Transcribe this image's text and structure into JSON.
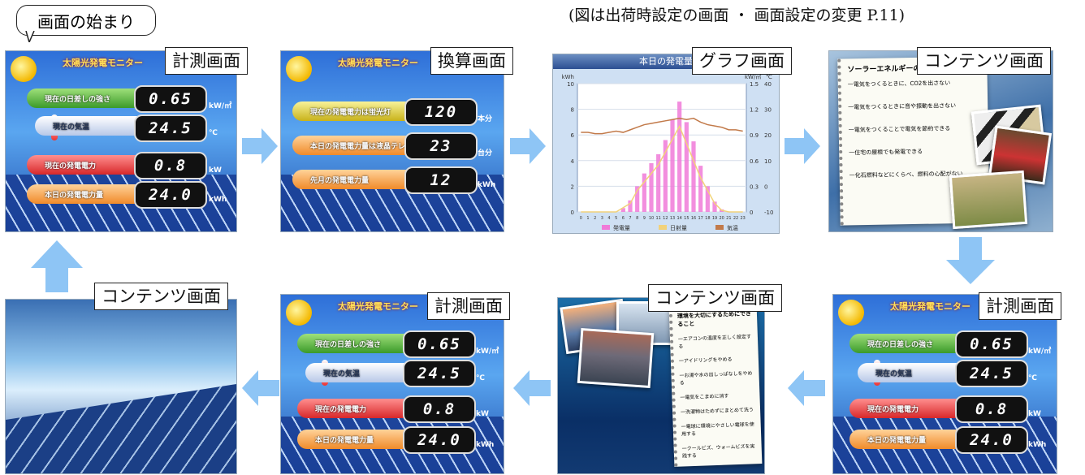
{
  "header_note": "(図は出荷時設定の画面 ・ 画面設定の変更 P.11)",
  "start_bubble": "画面の始まり",
  "screens": {
    "s1": "計測画面",
    "s2": "換算画面",
    "s3": "グラフ画面",
    "s4": "コンテンツ画面",
    "s5": "計測画面",
    "s6": "コンテンツ画面",
    "s7": "計測画面",
    "s8": "コンテンツ画面"
  },
  "measurement": {
    "title": "太陽光発電モニター",
    "rows": [
      {
        "label": "現在の日差しの強さ",
        "value": "0.65",
        "unit": "kW/㎡"
      },
      {
        "label": "現在の気温",
        "value": "24.5",
        "unit": "℃"
      },
      {
        "label": "現在の発電電力",
        "value": "0.8",
        "unit": "kW"
      },
      {
        "label": "本日の発電電力量",
        "value": "24.0",
        "unit": "kWh"
      }
    ]
  },
  "conversion": {
    "title": "太陽光発電モニター",
    "rows": [
      {
        "label": "現在の発電電力は蛍光灯",
        "value": "120",
        "unit": "本分"
      },
      {
        "label": "本日の発電電力量は液晶テレビ",
        "value": "23",
        "unit": "台分"
      },
      {
        "label": "先月の発電電力量",
        "value": "12",
        "unit": "kWh"
      }
    ]
  },
  "chart": {
    "title": "本日の発電量",
    "left_axis_label": "kWh",
    "right_axis_label": "kW/㎡",
    "right_axis2_label": "℃",
    "legend": [
      "発電量",
      "日射量",
      "気温"
    ]
  },
  "chart_data": {
    "type": "bar",
    "title": "本日の発電量",
    "categories": [
      "0",
      "1",
      "2",
      "3",
      "4",
      "5",
      "6",
      "7",
      "8",
      "9",
      "10",
      "11",
      "12",
      "13",
      "14",
      "15",
      "16",
      "17",
      "18",
      "19",
      "20",
      "21",
      "22",
      "23"
    ],
    "series": [
      {
        "name": "発電量",
        "values": [
          0,
          0,
          0,
          0,
          0,
          0,
          0.3,
          0.9,
          2,
          3,
          3.8,
          4.5,
          5.6,
          7.2,
          8.6,
          7,
          5.5,
          3.6,
          2,
          0.8,
          0.2,
          0,
          0,
          0
        ]
      },
      {
        "name": "日射量",
        "values": [
          0,
          0,
          0,
          0,
          0,
          0,
          0.05,
          0.1,
          0.25,
          0.35,
          0.45,
          0.55,
          0.7,
          0.85,
          1.0,
          0.8,
          0.6,
          0.4,
          0.25,
          0.1,
          0.02,
          0,
          0,
          0
        ]
      },
      {
        "name": "気温",
        "values": [
          21,
          21,
          20.5,
          20.5,
          21,
          21.5,
          21,
          22,
          23,
          24,
          24.5,
          25,
          25.5,
          26,
          26.5,
          26,
          26.5,
          25,
          24,
          23.5,
          23,
          22,
          22,
          21.5
        ]
      }
    ],
    "left_axis": {
      "ticks": [
        "0",
        "2",
        "4",
        "6",
        "8",
        "10"
      ],
      "range": [
        0,
        10
      ]
    },
    "right_axis": {
      "ticks": [
        "0",
        "0.3",
        "0.6",
        "0.9",
        "1.2",
        "1.5"
      ],
      "range": [
        0,
        1.5
      ]
    },
    "right_axis2": {
      "ticks": [
        "-10",
        "0",
        "10",
        "20",
        "30",
        "40"
      ],
      "range": [
        -10,
        40
      ]
    },
    "colors": {
      "bars": "#f07ad8",
      "irradiance": "#f2d27a",
      "temperature": "#c27a4a"
    }
  },
  "content_a": {
    "heading": "ソーラーエネルギーのメリット",
    "lines": [
      "一電気をつくるときに、CO2を出さない",
      "一電気をつくるときに音や振動を出さない",
      "一電気をつくることで電気を節約できる",
      "一住宅の屋根でも発電できる",
      "一化石燃料などにくらべ、燃料の心配がない"
    ]
  },
  "content_b": {
    "heading": "環境を大切にするためにできること",
    "lines": [
      "一エアコンの温度を正しく設定する",
      "一アイドリングをやめる",
      "一お湯や水の出しっぱなしをやめる",
      "一電気をこまめに消す",
      "一洗濯物はためずにまとめて洗う",
      "一電球に環境にやさしい電球を使用する",
      "一クールビズ、ウォームビズを実践する"
    ]
  },
  "colors": {
    "arrow": "#8ec5f5",
    "label_border": "#222222"
  }
}
